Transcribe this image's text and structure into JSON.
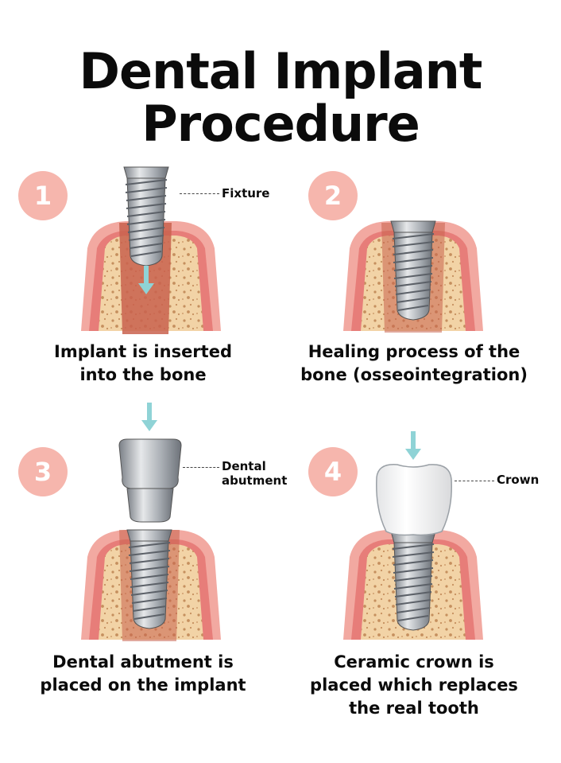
{
  "title": {
    "line1": "Dental Implant",
    "line2": "Procedure"
  },
  "steps": [
    {
      "number": "1",
      "caption_line1": "Implant is inserted",
      "caption_line2": "into the bone",
      "callout": "Fixture"
    },
    {
      "number": "2",
      "caption_line1": "Healing process of the",
      "caption_line2": "bone (osseointegration)"
    },
    {
      "number": "3",
      "caption_line1": "Dental abutment is",
      "caption_line2": "placed on the implant",
      "callout_line1": "Dental",
      "callout_line2": "abutment"
    },
    {
      "number": "4",
      "caption_line1": "Ceramic crown is",
      "caption_line2": "placed which replaces",
      "caption_line3": "the real tooth",
      "callout": "Crown"
    }
  ],
  "colors": {
    "badge": "#f6b6ad",
    "gum": "#f2a9a1",
    "bone": "#f2d3a6",
    "socket": "#c9624d",
    "metal": "#a9adb3",
    "arrow": "#8fd3d6"
  }
}
